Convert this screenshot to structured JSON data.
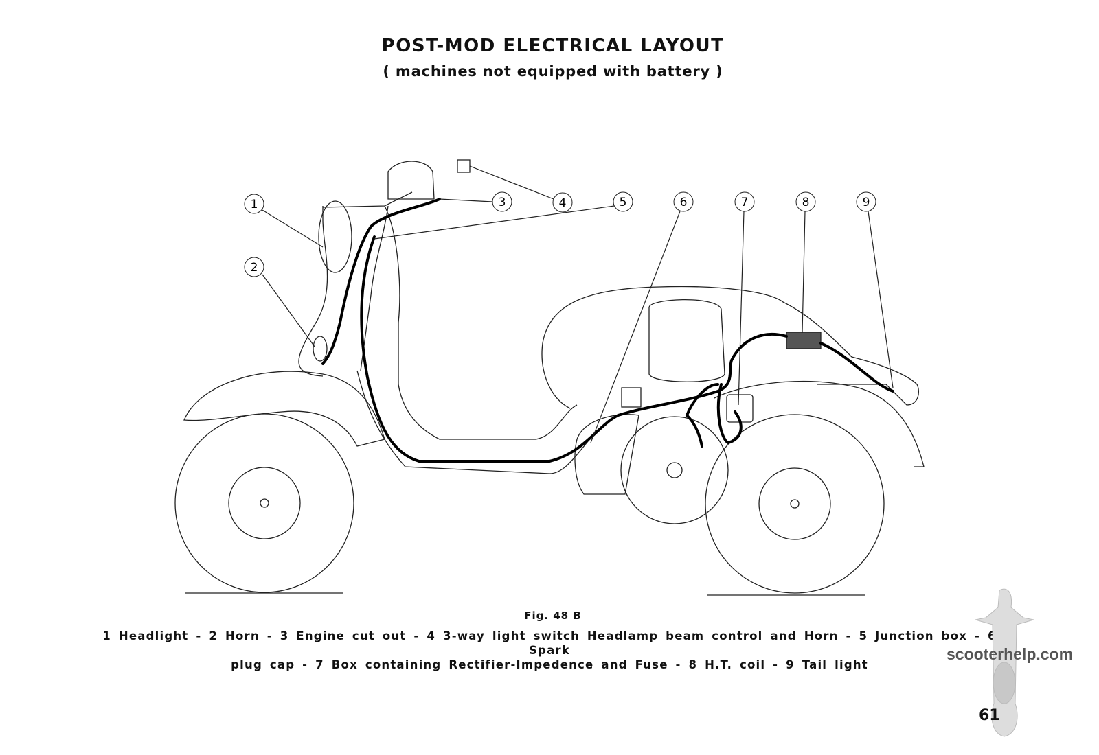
{
  "header": {
    "title": "POST-MOD ELECTRICAL LAYOUT",
    "subtitle": "( machines not equipped with battery )"
  },
  "diagram": {
    "callouts": [
      "1",
      "2",
      "3",
      "4",
      "5",
      "6",
      "7",
      "8",
      "9"
    ]
  },
  "caption": {
    "figure": "Fig. 48 B",
    "legend_line1": "1 Headlight - 2 Horn - 3 Engine cut out - 4 3-way light switch Headlamp beam control and Horn - 5 Junction box - 6 Spark",
    "legend_line2": "plug cap - 7 Box containing Rectifier-Impedence and Fuse - 8 H.T. coil - 9 Tail light"
  },
  "watermark": "scooterhelp.com",
  "page_number": "61"
}
